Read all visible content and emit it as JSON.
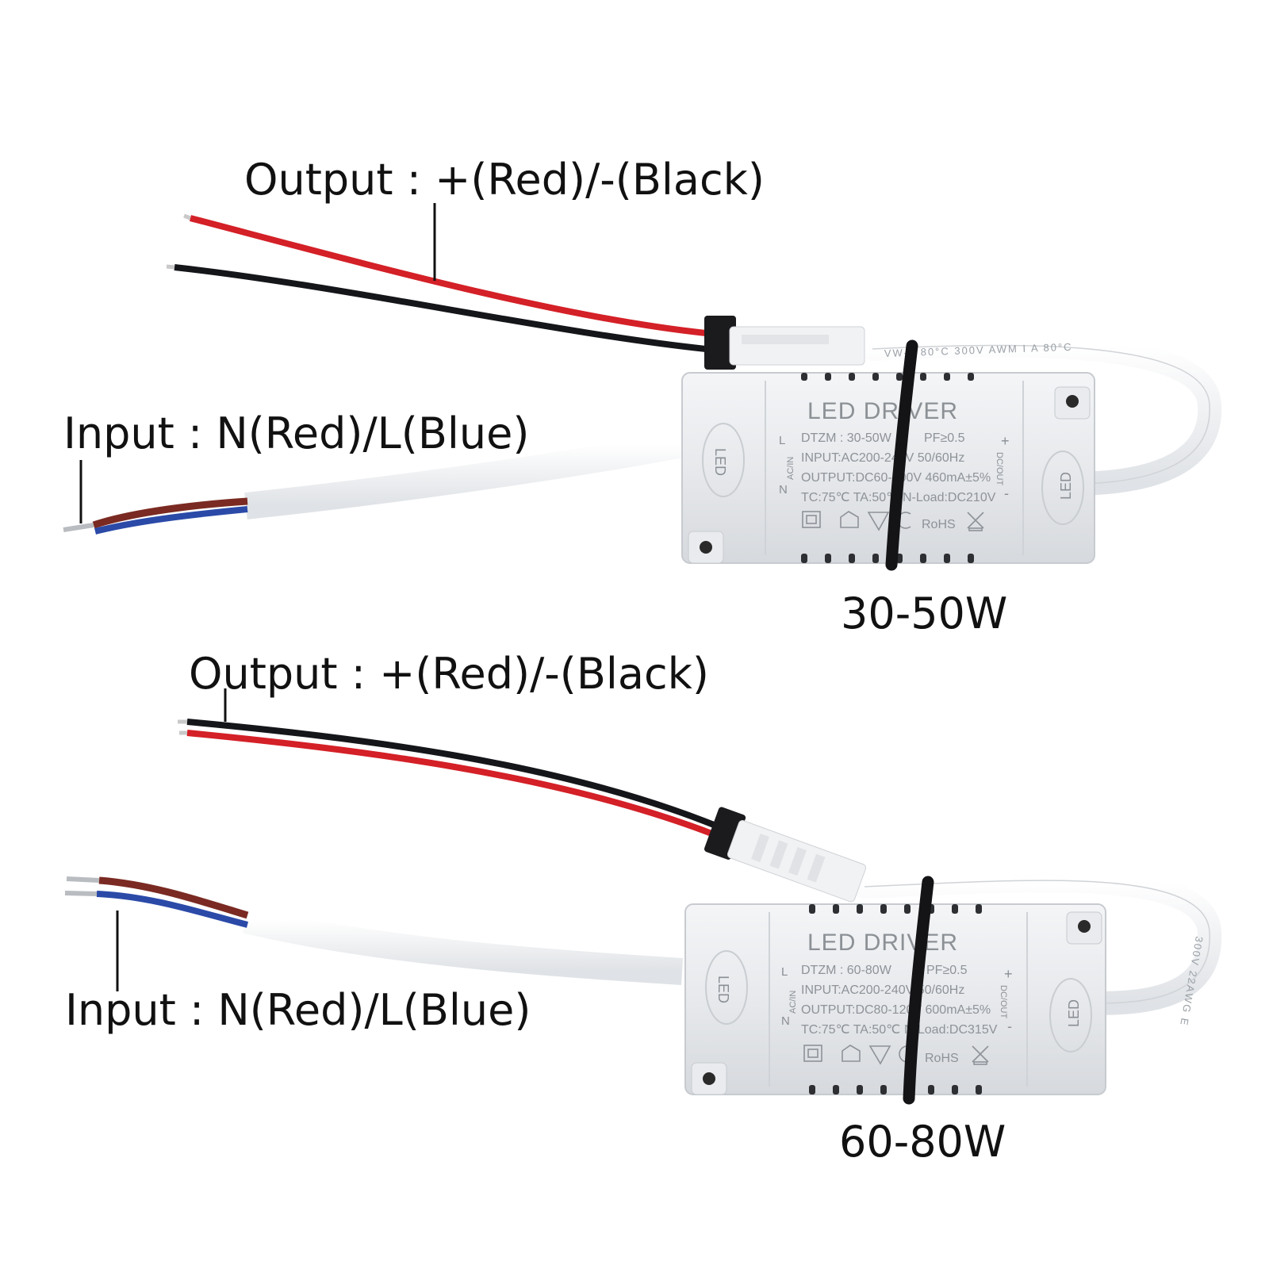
{
  "products": [
    {
      "output_label": "Output : +(Red)/-(Black)",
      "input_label": "Input : N(Red)/L(Blue)",
      "size_label": "30-50W",
      "driver": {
        "title": "LED DRIVER",
        "model": "DTZM : 30-50W",
        "pf": "PF≥0.5",
        "input": "INPUT:AC200-240V 50/60Hz",
        "output": "OUTPUT:DC60-100V 460mA±5%",
        "temps": "TC:75℃   TA:50℃",
        "noload": "N-Load:DC210V",
        "rohs": "RoHS",
        "cable_print": "VW-1  80°C  300V  AWM  I  A  80°C"
      }
    },
    {
      "output_label": "Output : +(Red)/-(Black)",
      "input_label": "Input : N(Red)/L(Blue)",
      "size_label": "60-80W",
      "driver": {
        "title": "LED DRIVER",
        "model": "DTZM : 60-80W",
        "pf": "PF≥0.5",
        "input": "INPUT:AC200-240V 50/60Hz",
        "output": "OUTPUT:DC80-120V 600mA±5%",
        "temps": "TC:75℃   TA:50℃",
        "noload": "N-Load:DC315V",
        "rohs": "RoHS",
        "cable_print": "300V  22AWG  E"
      }
    }
  ],
  "shared": {
    "led_logo": "LED",
    "l_mark": "L",
    "n_mark": "N",
    "ac_in": "AC/IN",
    "dc_out": "DC/OUT",
    "plus": "+",
    "minus": "-"
  }
}
